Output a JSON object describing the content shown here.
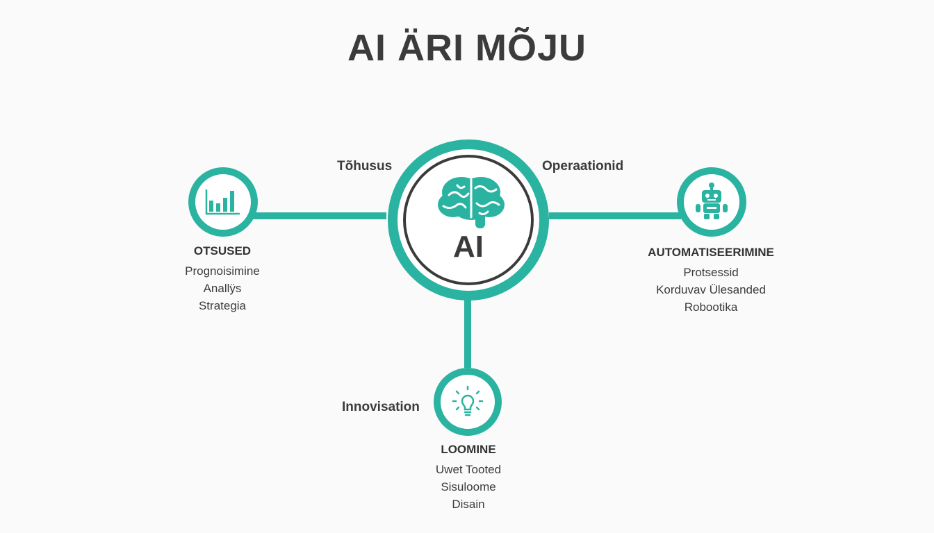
{
  "title": "AI ÄRI MÕJU",
  "center": {
    "label": "AI",
    "icon": "brain-icon"
  },
  "edge_labels": {
    "left": "Tõhusus",
    "right": "Operaationid",
    "bottom": "Innovisation"
  },
  "nodes": {
    "left": {
      "icon": "bar-chart-icon",
      "heading": "OTSUSED",
      "items": [
        "Prognoisimine",
        "Anallÿs",
        "Strategia"
      ]
    },
    "right": {
      "icon": "robot-icon",
      "heading": "AUTOMATISEERIMINE",
      "items": [
        "Protsessid",
        "Korduvav Ülesanded",
        "Robootika"
      ]
    },
    "bottom": {
      "icon": "lightbulb-icon",
      "heading": "LOOMINE",
      "items": [
        "Uwet Tooted",
        "Sisuloome",
        "Disain"
      ]
    }
  },
  "colors": {
    "accent": "#2ab3a0",
    "text": "#3b3b3b",
    "background": "#fafafa"
  }
}
